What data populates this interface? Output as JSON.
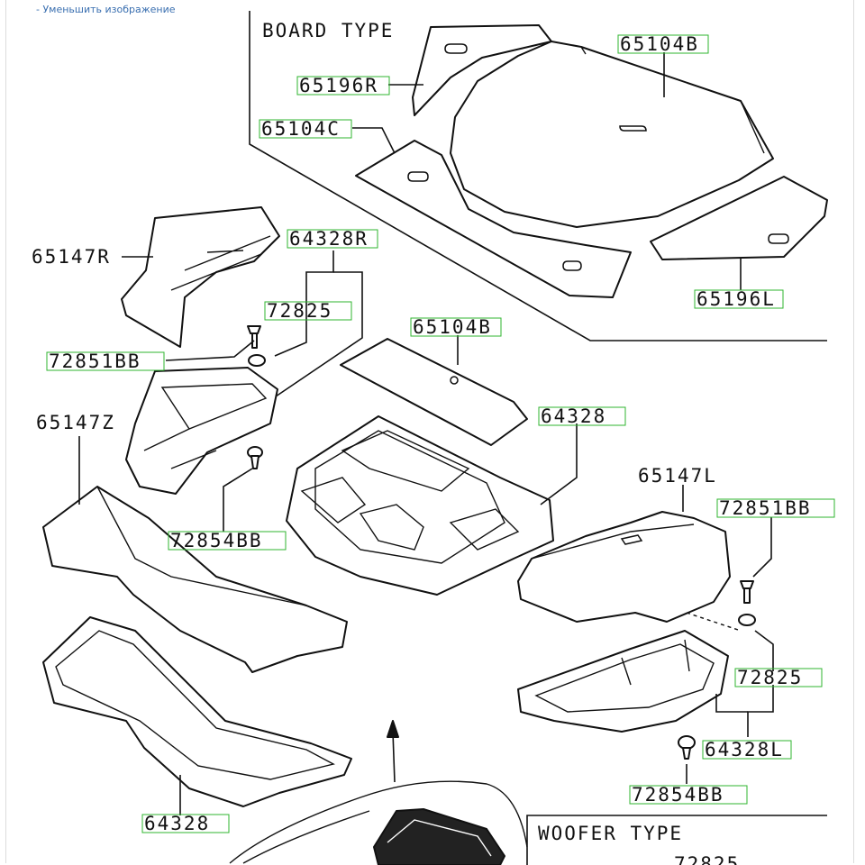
{
  "nav": {
    "shrink_link": "- Уменьшить изображение"
  },
  "sections": {
    "board_type": "BOARD TYPE",
    "woofer_type": "WOOFER TYPE"
  },
  "labels": {
    "p65104B_top": "65104B",
    "p65196R": "65196R",
    "p65104C": "65104C",
    "p65196L": "65196L",
    "p65147R": "65147R",
    "p64328R": "64328R",
    "p72825_left": "72825",
    "p72851BB_left": "72851BB",
    "p65147Z": "65147Z",
    "p72854BB_left": "72854BB",
    "p65104B_mid": "65104B",
    "p64328_mid": "64328",
    "p65147L": "65147L",
    "p72851BB_right": "72851BB",
    "p72825_right": "72825",
    "p64328L": "64328L",
    "p72854BB_right": "72854BB",
    "p64328_bottom": "64328"
  },
  "colors": {
    "link": "#3a6fb0",
    "highlight": "#2fb52f",
    "line": "#111111"
  }
}
